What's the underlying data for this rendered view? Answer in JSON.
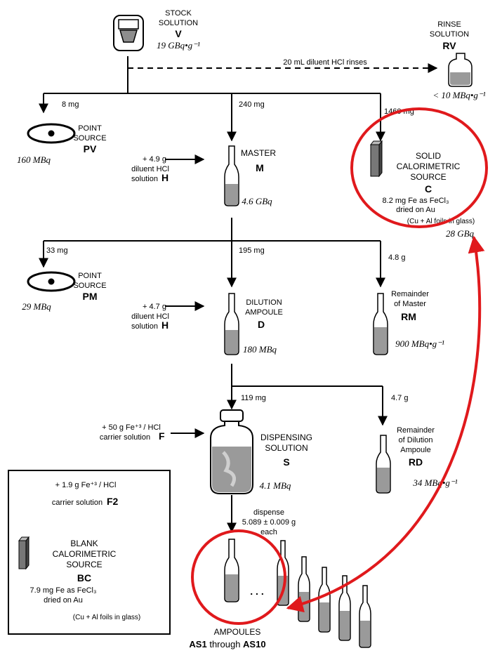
{
  "stock": {
    "line1": "STOCK",
    "line2": "SOLUTION",
    "id": "V",
    "activity": "19 GBq•g⁻¹"
  },
  "rinse": {
    "line1": "RINSE",
    "line2": "SOLUTION",
    "id": "RV",
    "activity": "< 10 MBq•g⁻¹",
    "arrow_label": "20 mL diluent HCl rinses"
  },
  "pv": {
    "mass": "8 mg",
    "line1": "POINT",
    "line2": "SOURCE",
    "id": "PV",
    "activity": "160 MBq"
  },
  "master": {
    "mass": "240 mg",
    "name": "MASTER",
    "id": "M",
    "activity": "4.6 GBq"
  },
  "master_add": {
    "line1": "+ 4.9 g",
    "line2": "diluent HCl",
    "line3": "solution",
    "id": "H"
  },
  "calor": {
    "mass": "1460 mg",
    "line1": "SOLID",
    "line2": "CALORIMETRIC",
    "line3": "SOURCE",
    "id": "C",
    "desc1": "8.2 mg Fe as FeCl₃",
    "desc2": "dried on Au",
    "note": "(Cu + Al foils in glass)",
    "activity": "28 GBq"
  },
  "pm": {
    "mass": "33 mg",
    "line1": "POINT",
    "line2": "SOURCE",
    "id": "PM",
    "activity": "29 MBq"
  },
  "dilution": {
    "mass": "195 mg",
    "line1": "DILUTION",
    "line2": "AMPOULE",
    "id": "D",
    "activity": "180 MBq"
  },
  "dilution_add": {
    "line1": "+ 4.7 g",
    "line2": "diluent HCl",
    "line3": "solution",
    "id": "H"
  },
  "rm": {
    "mass": "4.8 g",
    "line1": "Remainder",
    "line2": "of Master",
    "id": "RM",
    "activity": "900 MBq•g⁻¹"
  },
  "dispensing": {
    "mass": "119 mg",
    "line1": "DISPENSING",
    "line2": "SOLUTION",
    "id": "S",
    "activity": "4.1 MBq"
  },
  "carrier": {
    "line1": "+ 50 g Fe⁺³ / HCl",
    "line2": "carrier solution",
    "id": "F"
  },
  "rd": {
    "mass": "4.7 g",
    "line1": "Remainder",
    "line2": "of Dilution",
    "line3": "Ampoule",
    "id": "RD",
    "activity": "34 MBq•g⁻¹"
  },
  "blank": {
    "line1": "+ 1.9 g Fe⁺³ / HCl",
    "line2": "carrier solution",
    "add_id": "F2",
    "title1": "BLANK",
    "title2": "CALORIMETRIC",
    "title3": "SOURCE",
    "id": "BC",
    "desc1": "7.9 mg Fe as FeCl₃",
    "desc2": "dried on Au",
    "note": "(Cu + Al foils in glass)"
  },
  "dispense": {
    "line1": "dispense",
    "line2": "5.089 ± 0.009 g",
    "line3": "each"
  },
  "ampoules": {
    "title": "AMPOULES",
    "from": "AS1",
    "through": " through ",
    "to": "AS10",
    "dots": ". . ."
  },
  "colors": {
    "highlight": "#e0191c",
    "liquid": "#9a9a9a",
    "stroke": "#000000"
  }
}
